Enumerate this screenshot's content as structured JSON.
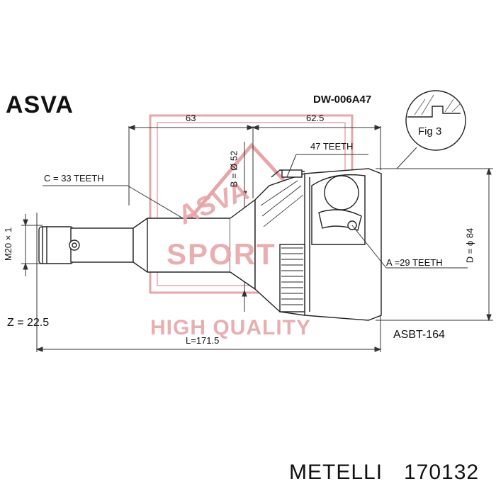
{
  "brand": "ASVA",
  "part_number": "DW-006A47",
  "fig_label": "Fig 3",
  "dimensions": {
    "d1": "63",
    "d2": "62.5",
    "outer_teeth": "47 TEETH",
    "b_diam": "B = Ø 52",
    "c_teeth": "C = 33 TEETH",
    "m_thread": "M20 × 1",
    "a_teeth": "A =29 TEETH",
    "d_diam": "D = ϕ 84",
    "z": "Z = 22.5",
    "length": "L=171.5",
    "ref": "ASBT-164"
  },
  "watermark": {
    "line1": "ASVA",
    "line2": "SPORT",
    "line3": "HIGH QUALITY",
    "color": "#e8a5a8"
  },
  "footer": {
    "brand": "METELLI",
    "code": "170132"
  }
}
